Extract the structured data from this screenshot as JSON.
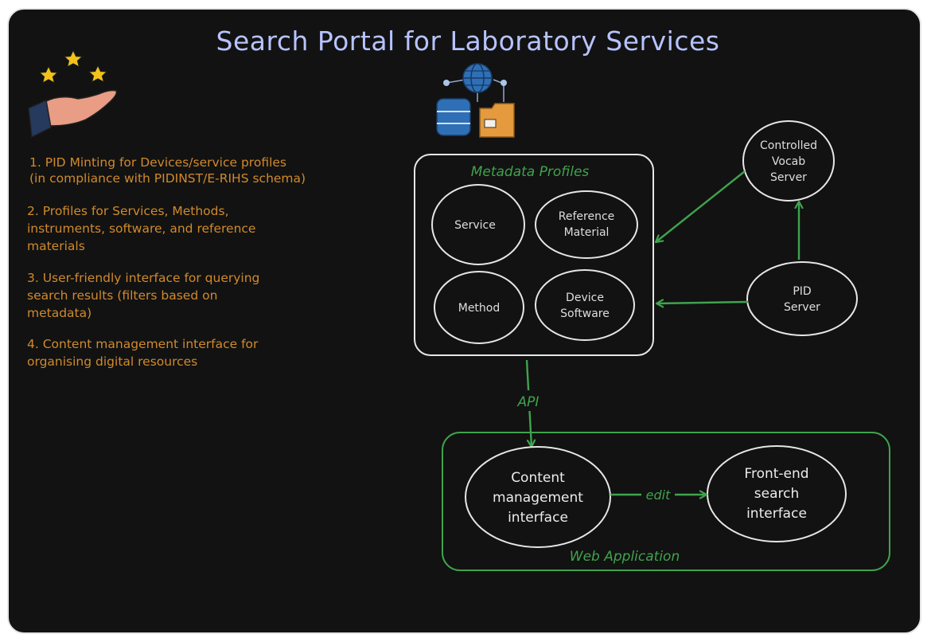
{
  "title": "Search Portal for Laboratory Services",
  "features": [
    [
      "1. PID Minting for Devices/service profiles",
      "(in compliance with PIDINST/E-RIHS schema)"
    ],
    [
      "2. Profiles for Services, Methods,",
      "instruments, software, and reference",
      "materials"
    ],
    [
      "3. User-friendly interface for querying",
      "search results (filters based on",
      "metadata)"
    ],
    [
      "4. Content management interface for",
      "organising digital resources"
    ]
  ],
  "metadata_profiles": {
    "label": "Metadata Profiles",
    "service": [
      "Service"
    ],
    "reference_material": [
      "Reference",
      "Material"
    ],
    "method": [
      "Method"
    ],
    "device_software": [
      "Device",
      "Software"
    ]
  },
  "controlled_vocab_server": [
    "Controlled",
    "Vocab",
    "Server"
  ],
  "pid_server": [
    "PID",
    "Server"
  ],
  "api_label": "API",
  "web_application": {
    "label": "Web Application",
    "content_management": [
      "Content",
      "management",
      "interface"
    ],
    "edit_label": "edit",
    "front_end_search": [
      "Front-end",
      "search",
      "interface"
    ]
  },
  "colors": {
    "background": "#121212",
    "frame": "#e6e6e6",
    "title": "#b7c3ff",
    "list_text": "#d08a2c",
    "connector": "#3fa34d",
    "node_outline": "#e6e6e6"
  }
}
